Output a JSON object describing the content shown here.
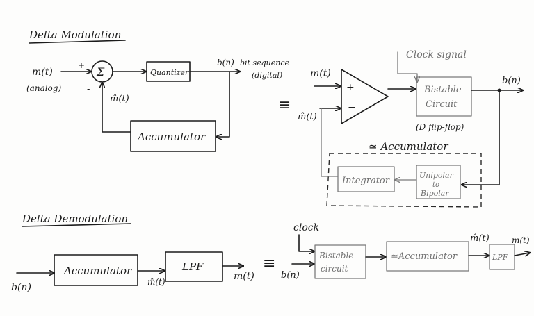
{
  "modulation": {
    "title": "Delta Modulation",
    "input_signal": "m(t)",
    "input_note": "(analog)",
    "plus_sign": "+",
    "minus_sign": "-",
    "summer_symbol": "Σ",
    "feedback_signal": "m̂(t)",
    "quantizer": "Quantizer",
    "accumulator": "Accumulator",
    "output_signal": "b(n)",
    "output_note_1": "bit sequence",
    "output_note_2": "(digital)",
    "equivalent": "≡"
  },
  "modulation_equivalent": {
    "clock": "Clock signal",
    "input_signal": "m(t)",
    "feedback_signal": "m̂(t)",
    "plus_sign": "+",
    "minus_sign": "−",
    "bistable_1": "Bistable",
    "bistable_2": "Circuit",
    "flipflop_note": "(D flip-flop)",
    "output_signal": "b(n)",
    "accumulator_label": "≃ Accumulator",
    "integrator": "Integrator",
    "converter_1": "Unipolar",
    "converter_2": "to",
    "converter_3": "Bipolar"
  },
  "demodulation": {
    "title": "Delta Demodulation",
    "input_signal": "b(n)",
    "accumulator": "Accumulator",
    "mid_signal": "m̂(t)",
    "lpf": "LPF",
    "output_signal": "m(t)",
    "equivalent": "≡"
  },
  "demodulation_equivalent": {
    "clock": "clock",
    "input_signal": "b(n)",
    "bistable_1": "Bistable",
    "bistable_2": "circuit",
    "accumulator": "≃Accumulator",
    "mid_signal": "m̂(t)",
    "lpf": "LPF",
    "output_signal": "m(t)"
  }
}
